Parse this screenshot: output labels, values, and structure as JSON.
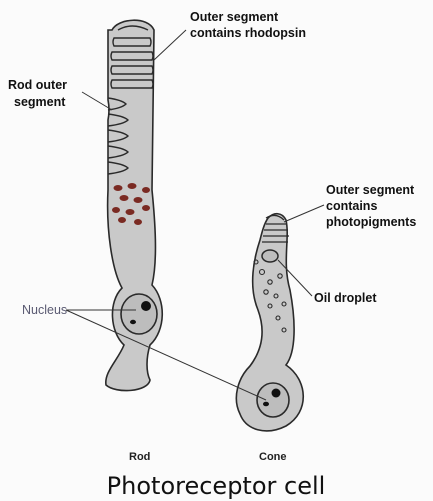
{
  "labels": {
    "outer_segment_rhodopsin_line1": "Outer segment",
    "outer_segment_rhodopsin_line2": "contains rhodopsin",
    "rod_outer_segment_line1": "Rod outer",
    "rod_outer_segment_line2": "segment",
    "outer_segment_photo_line1": "Outer segment",
    "outer_segment_photo_line2": "contains",
    "outer_segment_photo_line3": "photopigments",
    "oil_droplet": "Oil droplet",
    "nucleus": "Nucleus",
    "rod": "Rod",
    "cone": "Cone"
  },
  "caption": "Photoreceptor cell",
  "colors": {
    "cell_fill": "#c9c9c9",
    "cell_stroke": "#2a2a2a",
    "pigment_granules": "#7a2a22",
    "nucleus_fill": "#bdbdbd",
    "nucleolus": "#111111"
  }
}
